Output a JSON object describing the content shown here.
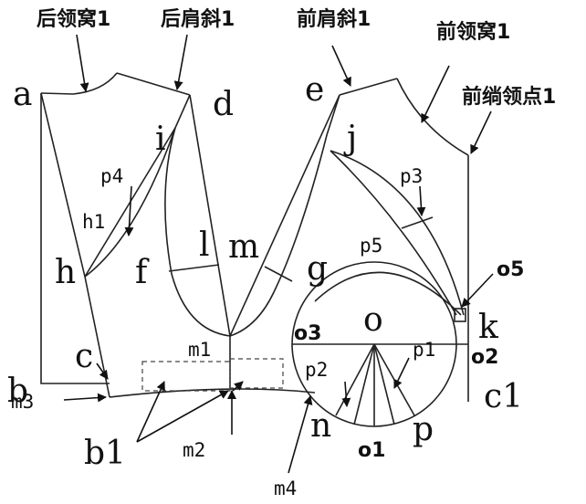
{
  "callouts": {
    "back_neck": "后领窝1",
    "back_shoulder": "后肩斜1",
    "front_shoulder": "前肩斜1",
    "front_neck": "前领窝1",
    "front_neck_point": "前绱领点1"
  },
  "points": {
    "a": "a",
    "b": "b",
    "c": "c",
    "d": "d",
    "e": "e",
    "f": "f",
    "g": "g",
    "h": "h",
    "i": "i",
    "j": "j",
    "k": "k",
    "l": "l",
    "m": "m",
    "n": "n",
    "o": "o",
    "p": "p",
    "b1": "b1",
    "c1": "c1",
    "h1": "h1",
    "m1": "m1",
    "m2": "m2",
    "m3": "m3",
    "m4": "m4",
    "o1": "o1",
    "o2": "o2",
    "o3": "o3",
    "o5": "o5",
    "p1": "p1",
    "p2": "p2",
    "p3": "p3",
    "p4": "p4",
    "p5": "p5"
  }
}
